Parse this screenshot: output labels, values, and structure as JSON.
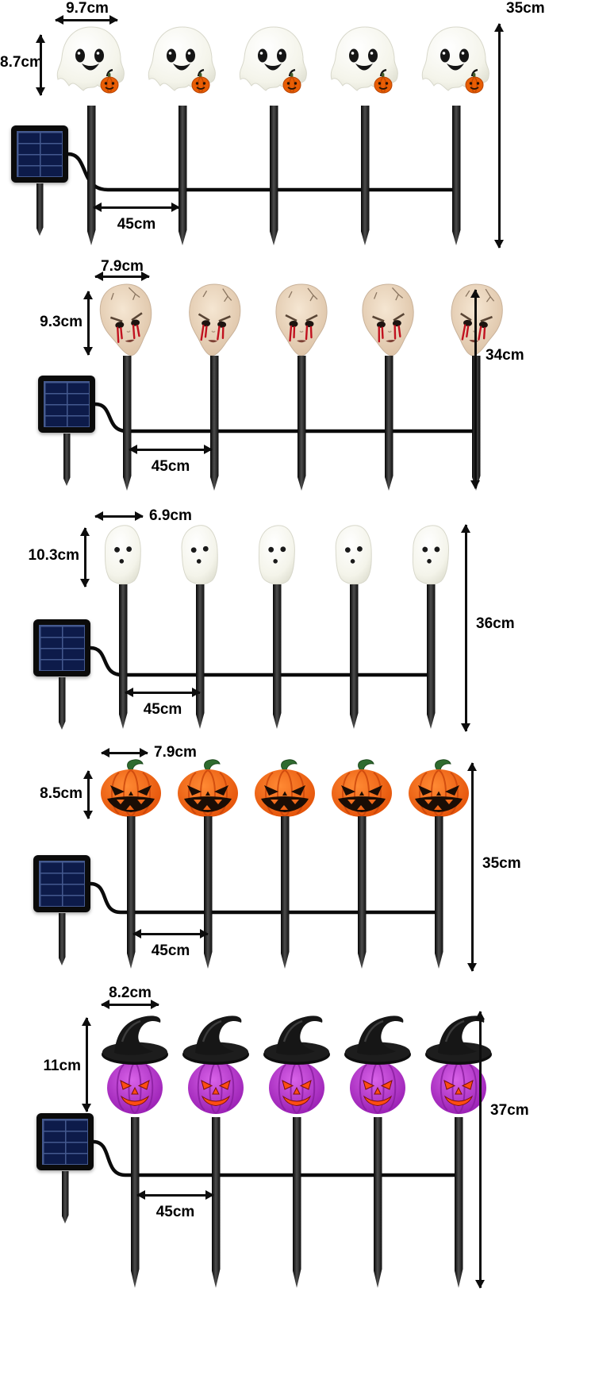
{
  "title": "solar-halloween-stake-lights-dimension-diagram",
  "rows": [
    {
      "style": "ghost-with-mini-pumpkin",
      "head_width": "9.7cm",
      "head_height": "8.7cm",
      "total_height": "35cm",
      "spacing": "45cm"
    },
    {
      "style": "zombie-doll-head",
      "head_width": "7.9cm",
      "head_height": "9.3cm",
      "total_height": "34cm",
      "spacing": "45cm"
    },
    {
      "style": "mini-ghost",
      "head_width": "6.9cm",
      "head_height": "10.3cm",
      "total_height": "36cm",
      "spacing": "45cm"
    },
    {
      "style": "jack-o-lantern-pumpkin",
      "head_width": "7.9cm",
      "head_height": "8.5cm",
      "total_height": "35cm",
      "spacing": "45cm"
    },
    {
      "style": "purple-witch-pumpkin",
      "head_width": "8.2cm",
      "head_height": "11cm",
      "total_height": "37cm",
      "spacing": "45cm"
    }
  ],
  "colors": {
    "background": "#ffffff",
    "dimension_lines": "#0d0d0d",
    "stake_black": "#151515",
    "ghost_white": "#f4f4ea",
    "doll_skin": "#ecd8c2",
    "blood_red": "#c1121f",
    "pumpkin_orange": "#e04a02",
    "witch_purple": "#9a1bb5",
    "hat_black": "#161616",
    "solar_cell_blue": "#0d1b4a",
    "wire_black": "#0b0b0b"
  }
}
